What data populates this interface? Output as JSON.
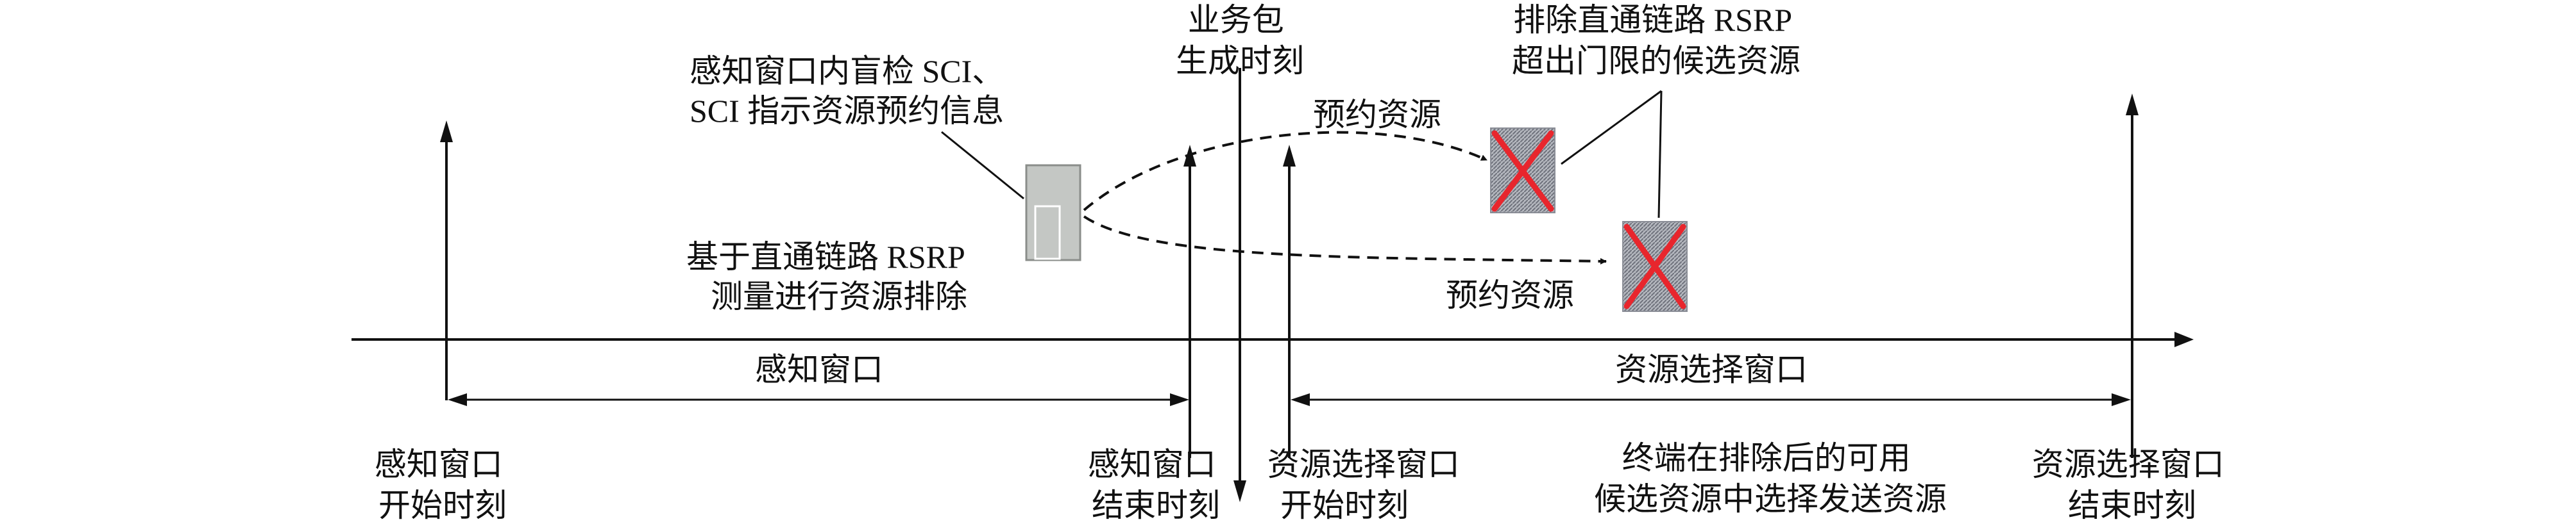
{
  "labels": {
    "sci_blind_detect": {
      "line1": "感知窗口内盲检 SCI、",
      "line2": "SCI 指示资源预约信息"
    },
    "packet_generation": {
      "line1": "业务包",
      "line2": "生成时刻"
    },
    "rsrp_excluded": {
      "line1": "排除直通链路 RSRP",
      "line2": "超出门限的候选资源"
    },
    "reserved_resource_top": "预约资源",
    "reserved_resource_bottom": "预约资源",
    "rsrp_exclusion": {
      "line1": "基于直通链路 RSRP",
      "line2": "测量进行资源排除"
    },
    "sensing_window": "感知窗口",
    "selection_window": "资源选择窗口",
    "sensing_start": {
      "line1": "感知窗口",
      "line2": "开始时刻"
    },
    "sensing_end": {
      "line1": "感知窗口",
      "line2": "结束时刻"
    },
    "selection_start": {
      "line1": "资源选择窗口",
      "line2": "开始时刻"
    },
    "terminal_selects": {
      "line1": "终端在排除后的可用",
      "line2": "候选资源中选择发送资源"
    },
    "selection_end": {
      "line1": "资源选择窗口",
      "line2": "结束时刻"
    }
  },
  "colors": {
    "line": "#111111",
    "sci_block_fill": "#c4c7c4",
    "sci_block_stroke": "#8a8d8a",
    "resource_fill": "#9a9da6",
    "exclusion_mark": "#e8262d"
  },
  "icons": {
    "excluded_resource": "red-x-icon",
    "sci_resource": "sci-resource-block"
  }
}
